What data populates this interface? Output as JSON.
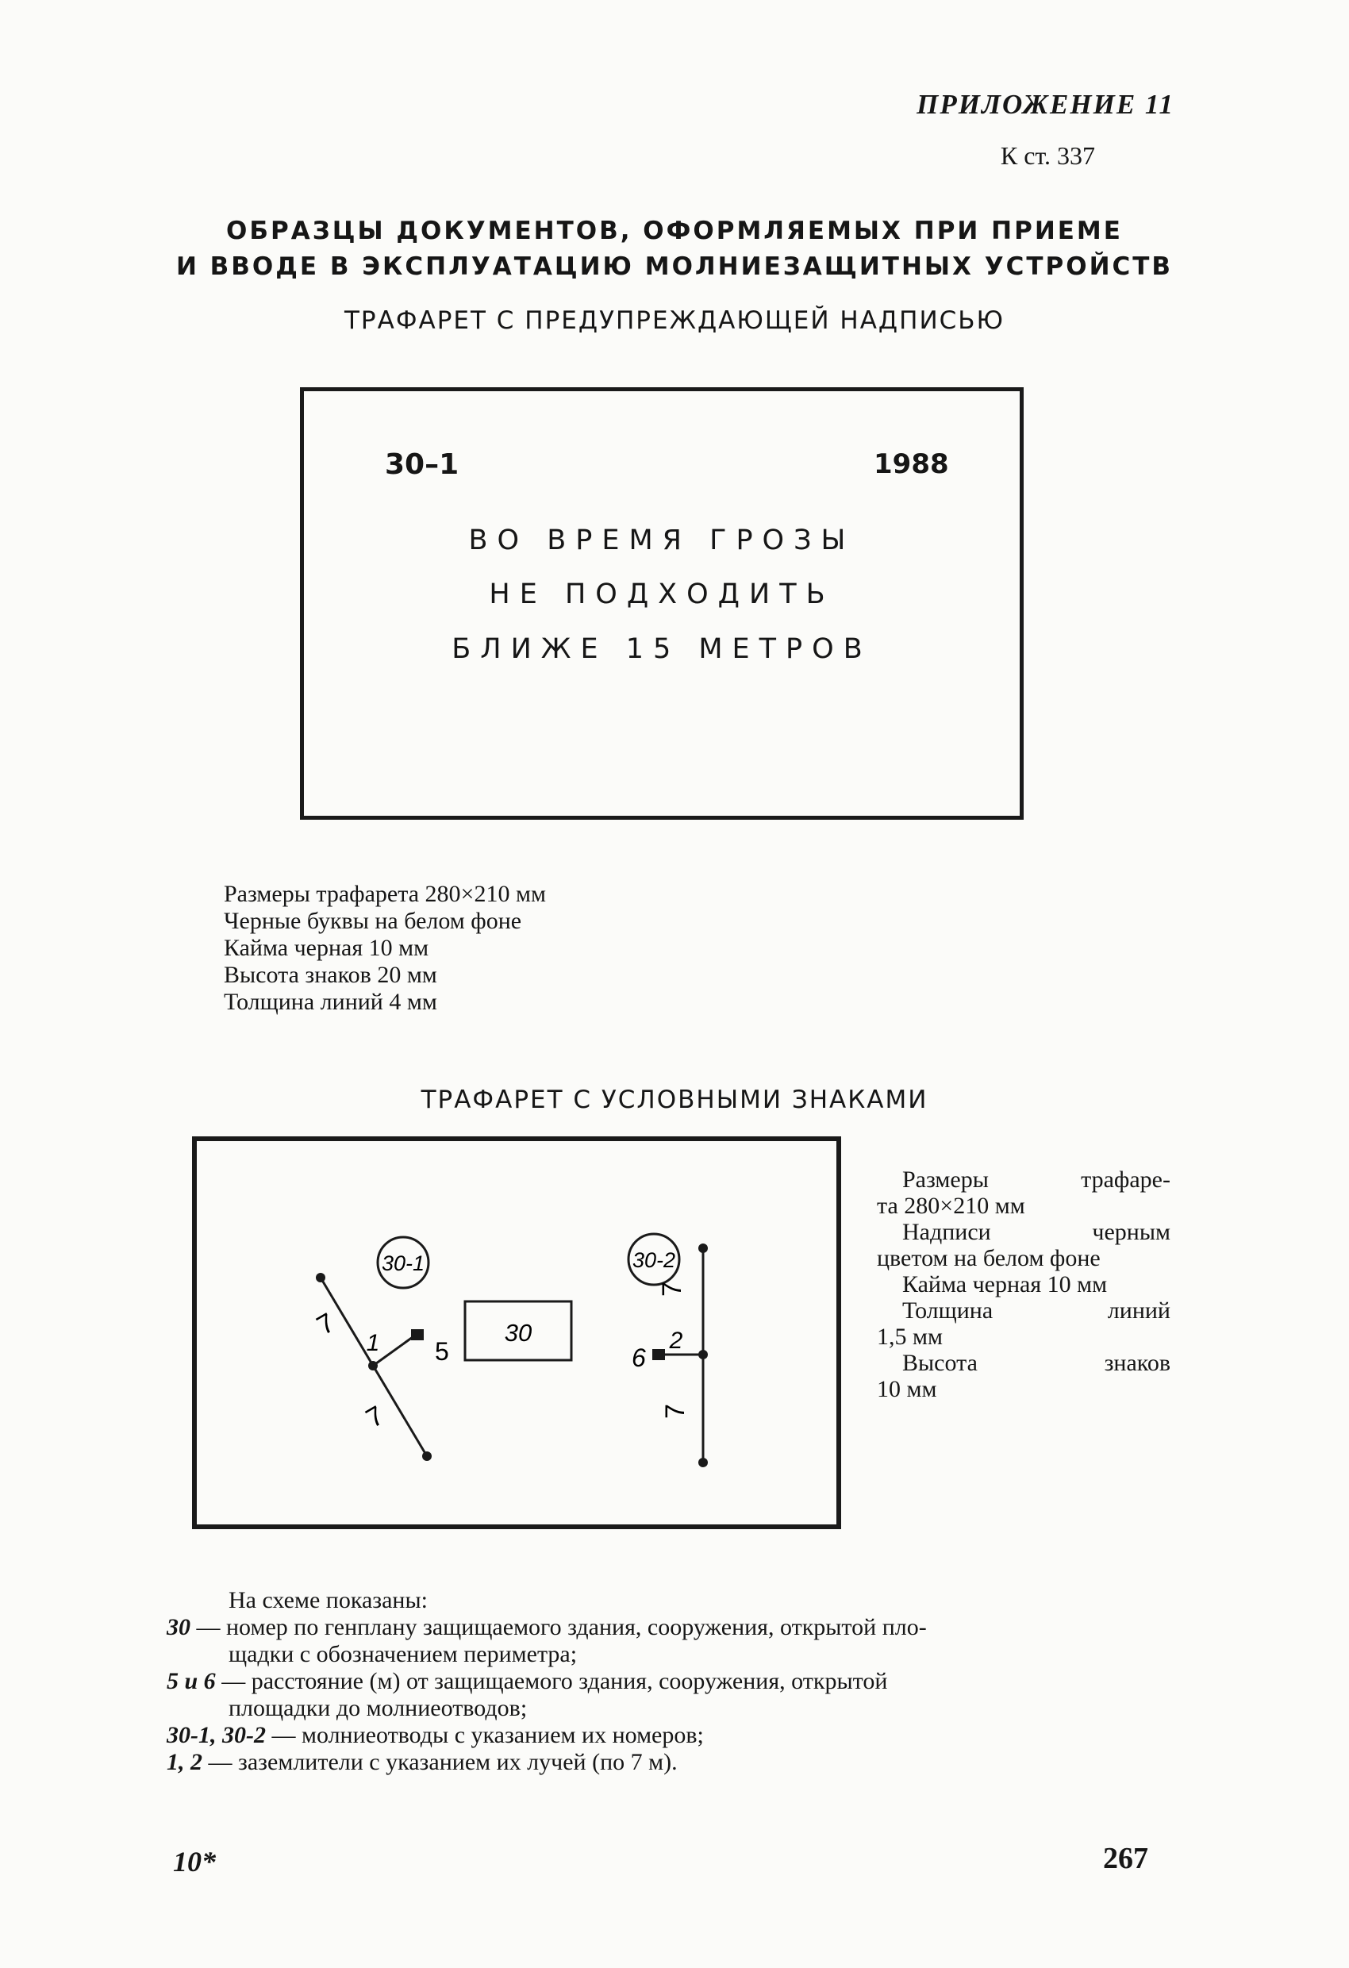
{
  "header": {
    "appendix": "ПРИЛОЖЕНИЕ 11",
    "reference": "К ст. 337"
  },
  "title": {
    "line1": "ОБРАЗЦЫ ДОКУМЕНТОВ, ОФОРМЛЯЕМЫХ ПРИ ПРИЕМЕ",
    "line2": "И ВВОДЕ В ЭКСПЛУАТАЦИЮ МОЛНИЕЗАЩИТНЫХ УСТРОЙСТВ"
  },
  "stencil_warning": {
    "heading": "ТРАФАРЕТ С ПРЕДУПРЕЖДАЮЩЕЙ НАДПИСЬЮ",
    "number": "30–1",
    "year": "1988",
    "lines": [
      "ВО ВРЕМЯ ГРОЗЫ",
      "НЕ ПОДХОДИТЬ",
      "БЛИЖЕ 15 МЕТРОВ"
    ],
    "specs": [
      "Размеры трафарета 280×210 мм",
      "Черные буквы на белом фоне",
      "Кайма черная 10 мм",
      "Высота знаков 20 мм",
      "Толщина линий 4 мм"
    ]
  },
  "stencil_symbols": {
    "heading": "ТРАФАРЕТ С УСЛОВНЫМИ ЗНАКАМИ",
    "labels": {
      "rod1": "30-1",
      "rod2": "30-2",
      "building": "30",
      "distance1": "5",
      "distance2": "6",
      "ground1": "1",
      "ground2": "2",
      "ray": "7"
    },
    "specs": {
      "r1a": "Размеры",
      "r1b": "трафаре-",
      "r2": "та 280×210 мм",
      "r3a": "Надписи",
      "r3b": "черным",
      "r4": "цветом на белом фоне",
      "r5": "Кайма черная 10 мм",
      "r6a": "Толщина",
      "r6b": "линий",
      "r7": "1,5 мм",
      "r8a": "Высота",
      "r8b": "знаков",
      "r9": "10 мм"
    }
  },
  "legend": {
    "intro": "На схеме показаны:",
    "items": [
      {
        "key": "30",
        "l1": " — номер по генплану защищаемого здания, сооружения, открытой пло-",
        "l2": "щадки с обозначением периметра;"
      },
      {
        "key": "5 и 6",
        "l1": " — расстояние (м) от защищаемого здания, сооружения, открытой",
        "l2": "площадки до молниеотводов;"
      },
      {
        "key": "30-1, 30-2",
        "l1": " — молниеотводы с указанием их номеров;",
        "l2": ""
      },
      {
        "key": "1, 2",
        "l1": " — заземлители с указанием их лучей (по 7 м).",
        "l2": ""
      }
    ]
  },
  "footer": {
    "left": "10*",
    "page": "267"
  }
}
